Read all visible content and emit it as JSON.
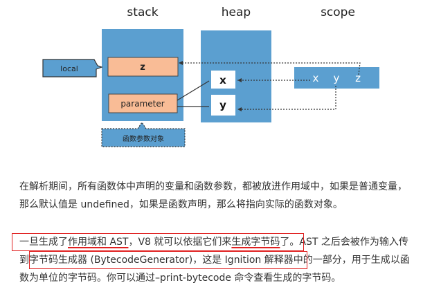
{
  "diagram": {
    "titles": {
      "stack": "stack",
      "heap": "heap",
      "scope": "scope"
    },
    "stack_items": {
      "z": "z",
      "parameter": "parameter"
    },
    "heap_items": {
      "x": "x",
      "y": "y"
    },
    "scope_items": [
      "x",
      "y",
      "z"
    ],
    "callouts": {
      "local": "local",
      "arguments": "函数参数对象"
    },
    "colors": {
      "blue": "#5b9fd0",
      "orange": "#f9bc96",
      "red": "#e02020"
    }
  },
  "paragraphs": {
    "p1_line1": "在解析期间，所有函数体中声明的变量和函数参数，都被放进作用域中，如果是普通变量，",
    "p1_line2": "那么默认值是 undefined，如果是函数声明，那么将指向实际的函数对象。",
    "p2_a": "一旦生成了",
    "p2_b": "作用域和 AST",
    "p2_c": "，V8 就可以依据它们来",
    "p2_d": "生成字节码",
    "p2_e": "了。AST 之后会被作为输入传",
    "p2_line2": "到字节码生成器 (BytecodeGenerator)，这是 Ignition 解释器中的一部分，用于生成以函",
    "p2_line3": "数为单位的字节码。你可以通过–print-bytecode 命令查看生成的字节码。"
  }
}
